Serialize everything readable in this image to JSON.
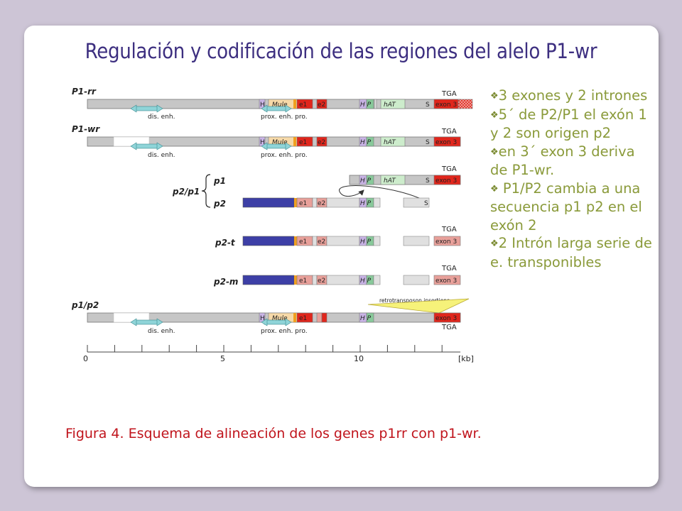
{
  "slide": {
    "title": "Regulación y codificación de las regiones del alelo P1-wr",
    "caption": "Figura 4. Esquema de alineación de los genes p1rr con  p1-wr."
  },
  "bullets": [
    "3 exones y 2 intrones",
    "5´ de P2/P1 el exón 1 y 2  son origen p2",
    "en 3´ exon 3 deriva de P1-wr.",
    " P1/P2 cambia a una secuencia p1 p2 en el exón 2",
    "2 Intrón larga serie de e. transponibles"
  ],
  "figure": {
    "tracks": {
      "p1rr": "P1-rr",
      "p1wr": "P1-wr",
      "p1": "p1",
      "p2": "p2",
      "p2p1": "p2/p1",
      "p2t": "p2-t",
      "p2m": "p2-m",
      "p1p2": "p1/p2"
    },
    "labels": {
      "tga": "TGA",
      "exon3": "exon 3",
      "e1": "e1",
      "e2": "e2",
      "mule": "Mule",
      "hat": "hAT",
      "hp": "H P",
      "h": "H",
      "p": "P",
      "s": "S",
      "dis_enh": "dis. enh.",
      "prox": "prox. enh. pro.",
      "retro": "retrotransposon insertions"
    },
    "axis": {
      "unit": "[kb]",
      "ticks": [
        "0",
        "5",
        "10"
      ]
    }
  },
  "colors": {
    "background": "#cdc5d6",
    "title": "#3d2f80",
    "bullets": "#8a9a3a",
    "caption": "#c0141c",
    "exon_red": "#e0261c",
    "exon_pink": "#e8a09a",
    "p2_blue": "#3d3fa6",
    "mule": "#f6d9a8",
    "hat": "#cdeccc",
    "hp_purple": "#c9b4e6",
    "hp_green": "#88c99a",
    "track_gray": "#c6c6c6",
    "arrow_teal": "#8fd4d8"
  }
}
